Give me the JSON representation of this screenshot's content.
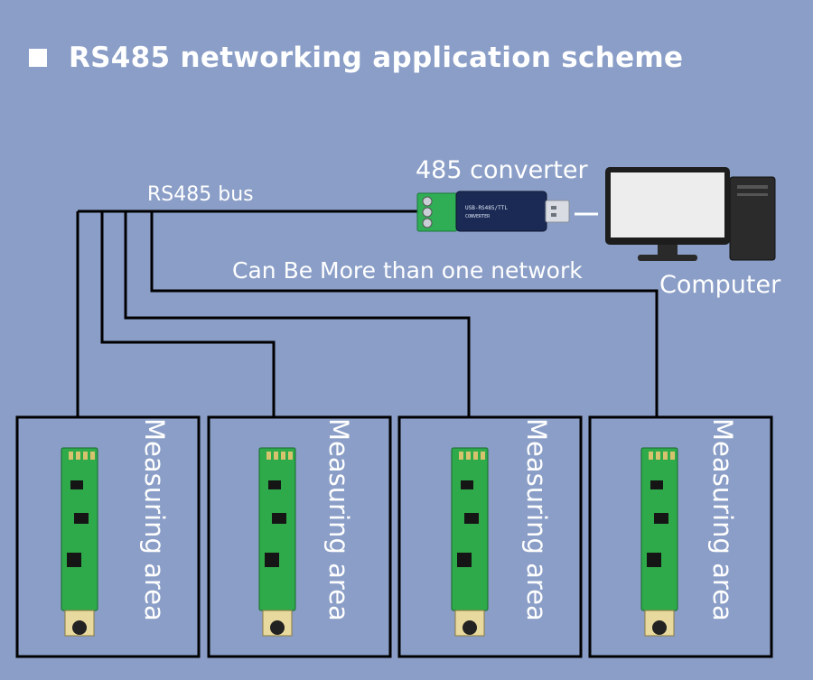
{
  "title": "RS485 networking application scheme",
  "labels": {
    "bus": "RS485 bus",
    "converter": "485 converter",
    "network_note": "Can Be More than one network",
    "computer": "Computer"
  },
  "converter_device": {
    "text_line1": "USB-RS485/TTL",
    "text_line2": "CONVERTER"
  },
  "areas": [
    {
      "label": "Measuring area"
    },
    {
      "label": "Measuring area"
    },
    {
      "label": "Measuring area"
    },
    {
      "label": "Measuring area"
    }
  ],
  "colors": {
    "background": "#8a9ec7",
    "line": "#000000",
    "text": "#ffffff",
    "pcb": "#2eaa4a",
    "terminal": "#2fae55",
    "converter_body": "#1b2a55"
  }
}
